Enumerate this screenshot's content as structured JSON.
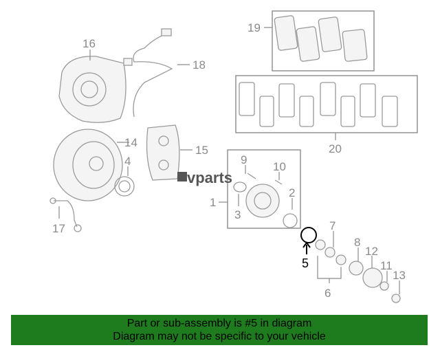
{
  "diagram": {
    "callouts": [
      {
        "id": "c16",
        "text": "16"
      },
      {
        "id": "c18",
        "text": "18"
      },
      {
        "id": "c19",
        "text": "19"
      },
      {
        "id": "c14",
        "text": "14"
      },
      {
        "id": "c15",
        "text": "15"
      },
      {
        "id": "c4",
        "text": "4"
      },
      {
        "id": "c9",
        "text": "9"
      },
      {
        "id": "c10",
        "text": "10"
      },
      {
        "id": "c1",
        "text": "1"
      },
      {
        "id": "c2",
        "text": "2"
      },
      {
        "id": "c3",
        "text": "3"
      },
      {
        "id": "c17",
        "text": "17"
      },
      {
        "id": "c20",
        "text": "20"
      },
      {
        "id": "c7",
        "text": "7"
      },
      {
        "id": "c5",
        "text": "5"
      },
      {
        "id": "c8",
        "text": "8"
      },
      {
        "id": "c12",
        "text": "12"
      },
      {
        "id": "c11",
        "text": "11"
      },
      {
        "id": "c13",
        "text": "13"
      },
      {
        "id": "c6",
        "text": "6"
      }
    ],
    "highlighted_part": "5",
    "watermark": "vparts"
  },
  "banner": {
    "line1": "Part or sub-assembly is #5 in diagram",
    "line2": "Diagram may not be specific to your vehicle",
    "color": "#1e7b1e"
  }
}
